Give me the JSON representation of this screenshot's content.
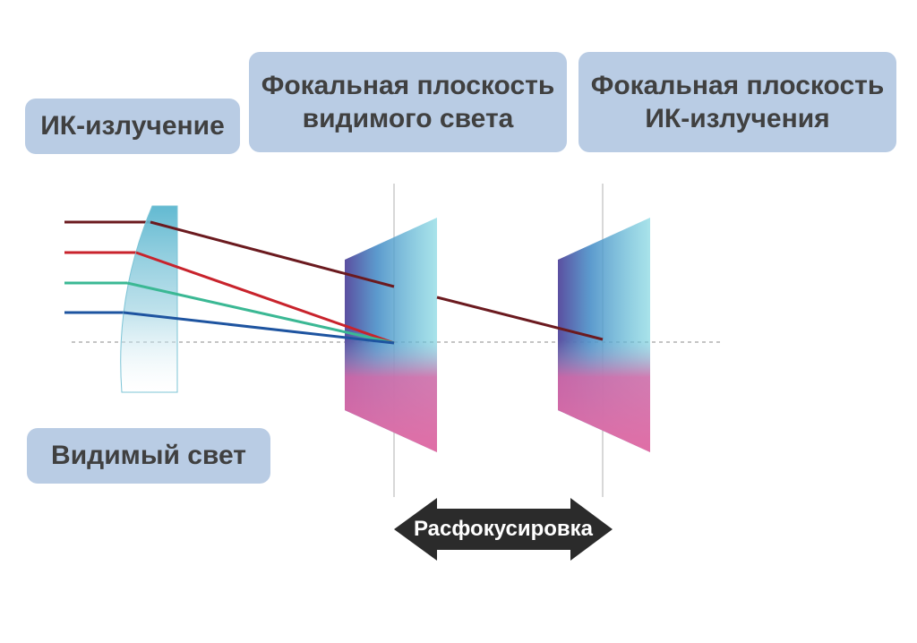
{
  "labels": {
    "ir_radiation": "ИК-излучение",
    "visible_plane_line1": "Фокальная плоскость",
    "visible_plane_line2": "видимого света",
    "ir_plane_line1": "Фокальная плоскость",
    "ir_plane_line2": "ИК-излучения",
    "visible_light": "Видимый свет",
    "defocus": "Расфокусировка"
  },
  "colors": {
    "label_box": "#b9cce4",
    "label_text": "#404040",
    "ray_ir": "#6b1a1f",
    "ray_red": "#c8232c",
    "ray_green": "#3bb894",
    "ray_blue": "#1e54a0",
    "arrow": "#2b2b2b"
  }
}
